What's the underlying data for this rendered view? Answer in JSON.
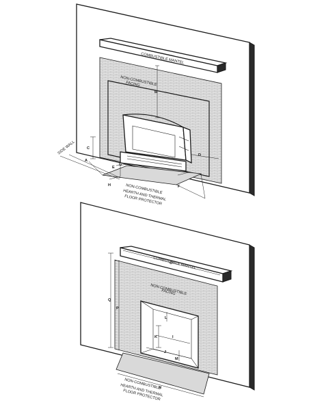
{
  "figure_top": {
    "mantel": "COMBUSTIBLE MANTEL",
    "facing": [
      "NON-COMBUSTIBLE",
      "FACING"
    ],
    "side_wall": "SIDE WALL",
    "hearth": [
      "NON-COMBUSTIBLE",
      "HEARTH AND THERMAL",
      "FLOOR PROTECTOR"
    ],
    "dimension_letters": [
      "A",
      "B",
      "C",
      "D",
      "E",
      "F",
      "G",
      "H"
    ]
  },
  "figure_bottom": {
    "mantel": "COMBUSTIBLE MANTEL",
    "facing": [
      "NON-COMBUSTIBLE",
      "FACING"
    ],
    "hearth": [
      "NON-COMBUSTIBLE",
      "HEARTH AND THERMAL",
      "FLOOR PROTECTOR"
    ],
    "dimension_letters": [
      "O",
      "P",
      "Q",
      "L",
      "K",
      "I",
      "J",
      "M",
      "N"
    ]
  }
}
